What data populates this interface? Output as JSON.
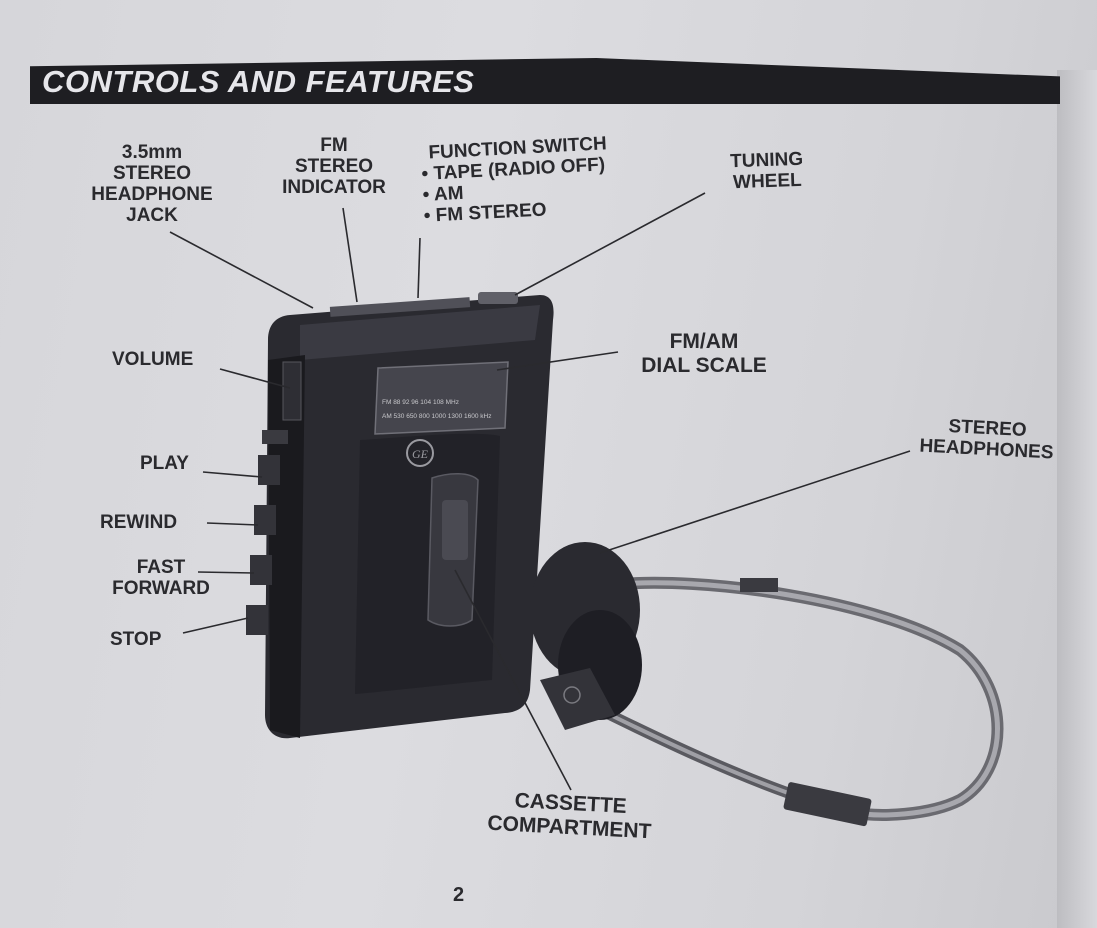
{
  "title": "CONTROLS AND FEATURES",
  "labels": {
    "headphone_jack": [
      "3.5mm",
      "STEREO",
      "HEADPHONE",
      "JACK"
    ],
    "fm_indicator": [
      "FM",
      "STEREO",
      "INDICATOR"
    ],
    "function_switch": {
      "heading": "FUNCTION SWITCH",
      "options": [
        "TAPE (RADIO OFF)",
        "AM",
        "FM STEREO"
      ]
    },
    "tuning_wheel": [
      "TUNING",
      "WHEEL"
    ],
    "dial_scale": [
      "FM/AM",
      "DIAL SCALE"
    ],
    "volume": "VOLUME",
    "play": "PLAY",
    "rewind": "REWIND",
    "fast_forward": [
      "FAST",
      "FORWARD"
    ],
    "stop": "STOP",
    "headphones": [
      "STEREO",
      "HEADPHONES"
    ],
    "cassette": [
      "CASSETTE",
      "COMPARTMENT"
    ]
  },
  "dial": {
    "fm_scale": "FM  88  92  96  104  108  MHz",
    "am_scale": "AM  530  650  800  1000  1300  1600  kHz"
  },
  "brand": "GE",
  "page_number": "2"
}
